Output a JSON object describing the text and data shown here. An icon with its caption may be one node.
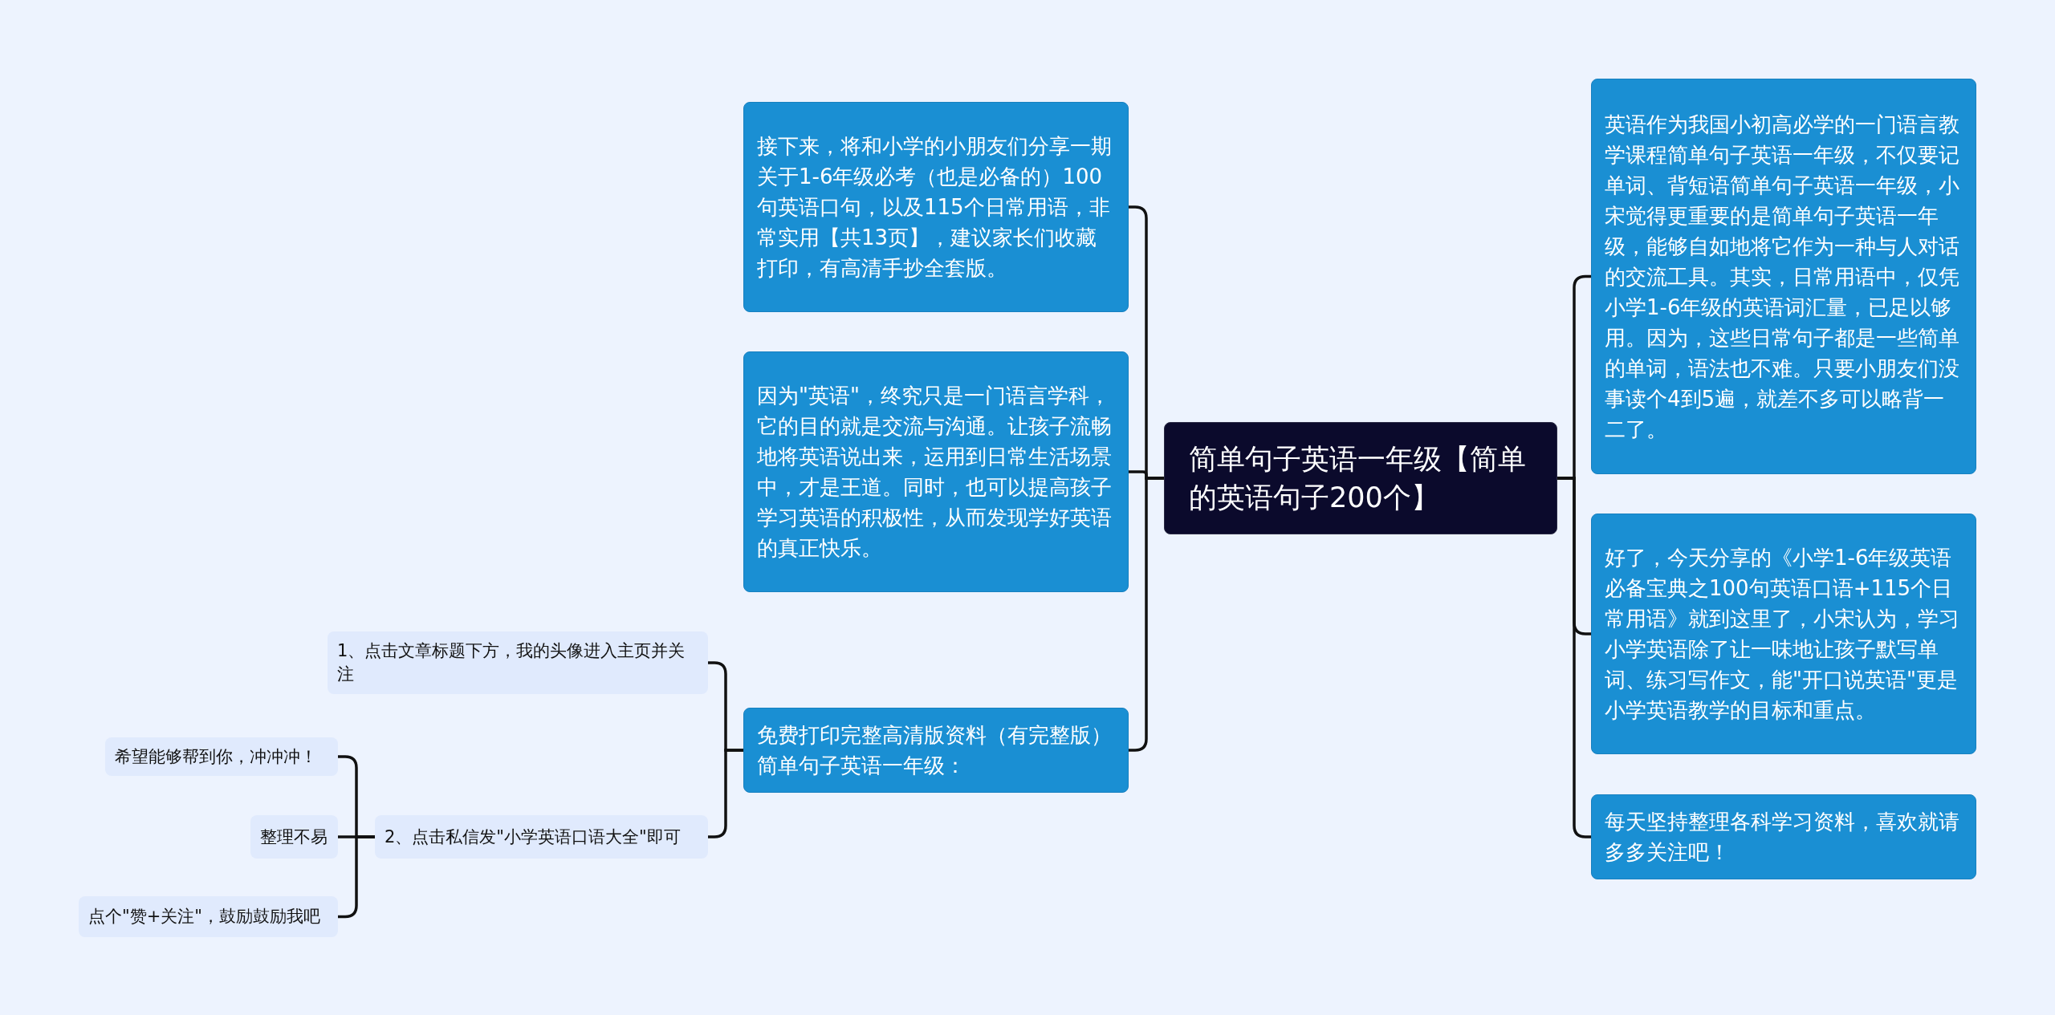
{
  "diagram": {
    "nodes": [
      {
        "text": [
          "简单句子英语一年级【简单的英语句子200个】"
        ]
      },
      {
        "text": [
          "接下来，将和小学的小朋友们分享一期关于1-6年级必考（也是必备的）100句英语口句，以及115个日常用语，非常实用【共13页】，建议家长们收藏打印，有高清手抄全套版。"
        ]
      },
      {
        "text": [
          "因为\"英语\"，终究只是一门语言学科，它的目的就是交流与沟通。让孩子流畅地将英语说出来，运用到日常生活场景中，才是王道。同时，也可以提高孩子学习英语的积极性，从而发现学好英语的真正快乐。"
        ]
      },
      {
        "text": [
          "免费打印完整高清版资料（有完整版）简单句子英语一年级："
        ]
      },
      {
        "text": [
          "1、点击文章标题下方，我的头像进入主页并关注"
        ]
      },
      {
        "text": [
          "2、点击私信发\"小学英语口语大全\"即可"
        ]
      },
      {
        "text": [
          "希望能够帮到你，冲冲冲！"
        ]
      },
      {
        "text": [
          "整理不易"
        ]
      },
      {
        "text": [
          "点个\"赞+关注\"，鼓励鼓励我吧"
        ]
      },
      {
        "text": [
          "英语作为我国小初高必学的一门语言教学课程简单句子英语一年级，不仅要记单词、背短语简单句子英语一年级，小宋觉得更重要的是简单句子英语一年级，能够自如地将它作为一种与人对话的交流工具。其实，日常用语中，仅凭小学1-6年级的英语词汇量，已足以够用。因为，这些日常句子都是一些简单的单词，语法也不难。只要小朋友们没事读个4到5遍，就差不多可以略背一二了。"
        ]
      },
      {
        "text": [
          "好了，今天分享的《小学1-6年级英语必备宝典之100句英语口语+115个日常用语》就到这里了，小宋认为，学习小学英语除了让一味地让孩子默写单词、练习写作文，能\"开口说英语\"更是小学英语教学的目标和重点。"
        ]
      },
      {
        "text": [
          "每天坚持整理各科学习资料，喜欢就请多多关注吧！"
        ]
      }
    ],
    "edges": [
      {
        "from": 0,
        "to": 1,
        "arrow": "none"
      },
      {
        "from": 0,
        "to": 2,
        "arrow": "none"
      },
      {
        "from": 0,
        "to": 3,
        "arrow": "none"
      },
      {
        "from": 3,
        "to": 4,
        "arrow": "none"
      },
      {
        "from": 3,
        "to": 5,
        "arrow": "none"
      },
      {
        "from": 5,
        "to": 6,
        "arrow": "none"
      },
      {
        "from": 5,
        "to": 7,
        "arrow": "none"
      },
      {
        "from": 5,
        "to": 8,
        "arrow": "none"
      },
      {
        "from": 0,
        "to": 9,
        "arrow": "none"
      },
      {
        "from": 0,
        "to": 10,
        "arrow": "none"
      },
      {
        "from": 0,
        "to": 11,
        "arrow": "none"
      }
    ]
  }
}
